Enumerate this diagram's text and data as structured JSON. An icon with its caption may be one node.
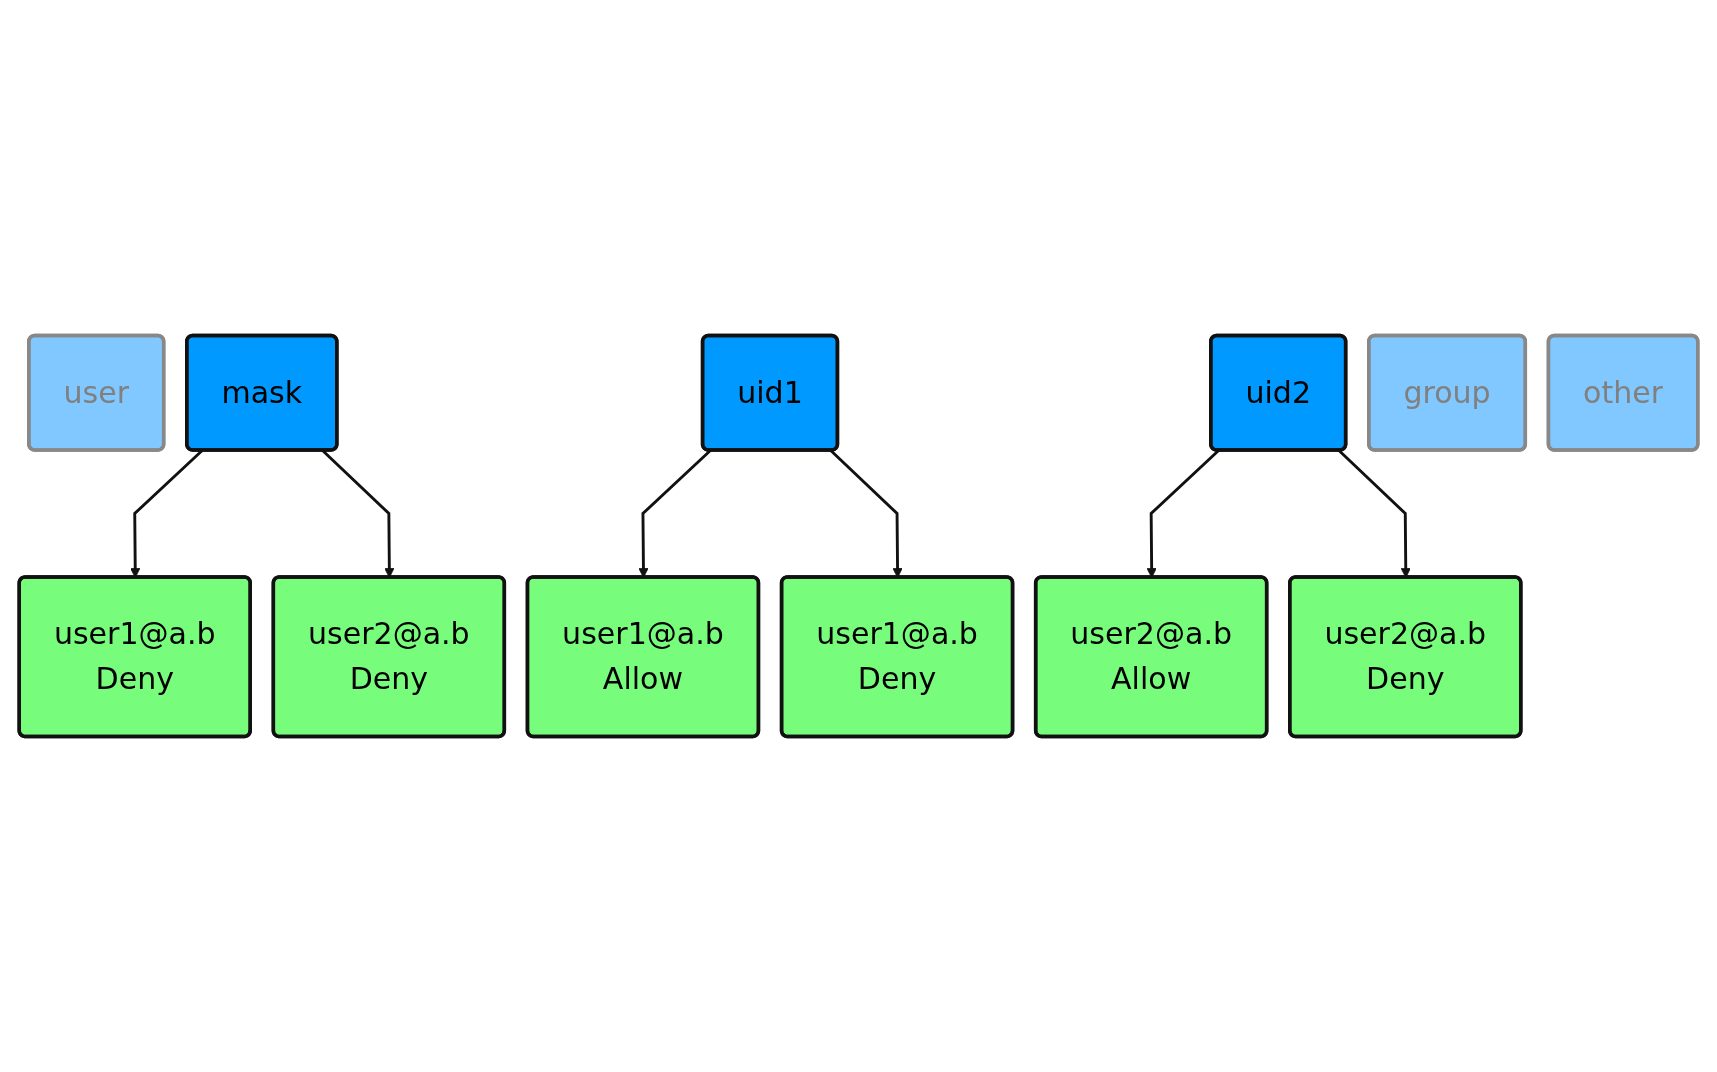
{
  "diagram": {
    "nodes": [
      {
        "text": [
          "user"
        ]
      },
      {
        "text": [
          "mask"
        ]
      },
      {
        "text": [
          "uid1"
        ]
      },
      {
        "text": [
          "uid2"
        ]
      },
      {
        "text": [
          "group"
        ]
      },
      {
        "text": [
          "other"
        ]
      },
      {
        "text": [
          "user1@a.b",
          "Deny"
        ]
      },
      {
        "text": [
          "user1@a.b",
          "Allow"
        ]
      },
      {
        "text": [
          "user1@a.b",
          "Deny"
        ]
      },
      {
        "text": [
          "user2@a.b",
          "Deny"
        ]
      },
      {
        "text": [
          "user2@a.b",
          "Allow"
        ]
      },
      {
        "text": [
          "user2@a.b",
          "Deny"
        ]
      }
    ],
    "edges": [
      {
        "from": 1,
        "to": 6,
        "arrow": "to"
      },
      {
        "from": 1,
        "to": 9,
        "arrow": "to"
      },
      {
        "from": 2,
        "to": 7,
        "arrow": "to"
      },
      {
        "from": 2,
        "to": 8,
        "arrow": "to"
      },
      {
        "from": 3,
        "to": 10,
        "arrow": "to"
      },
      {
        "from": 3,
        "to": 11,
        "arrow": "to"
      }
    ]
  }
}
